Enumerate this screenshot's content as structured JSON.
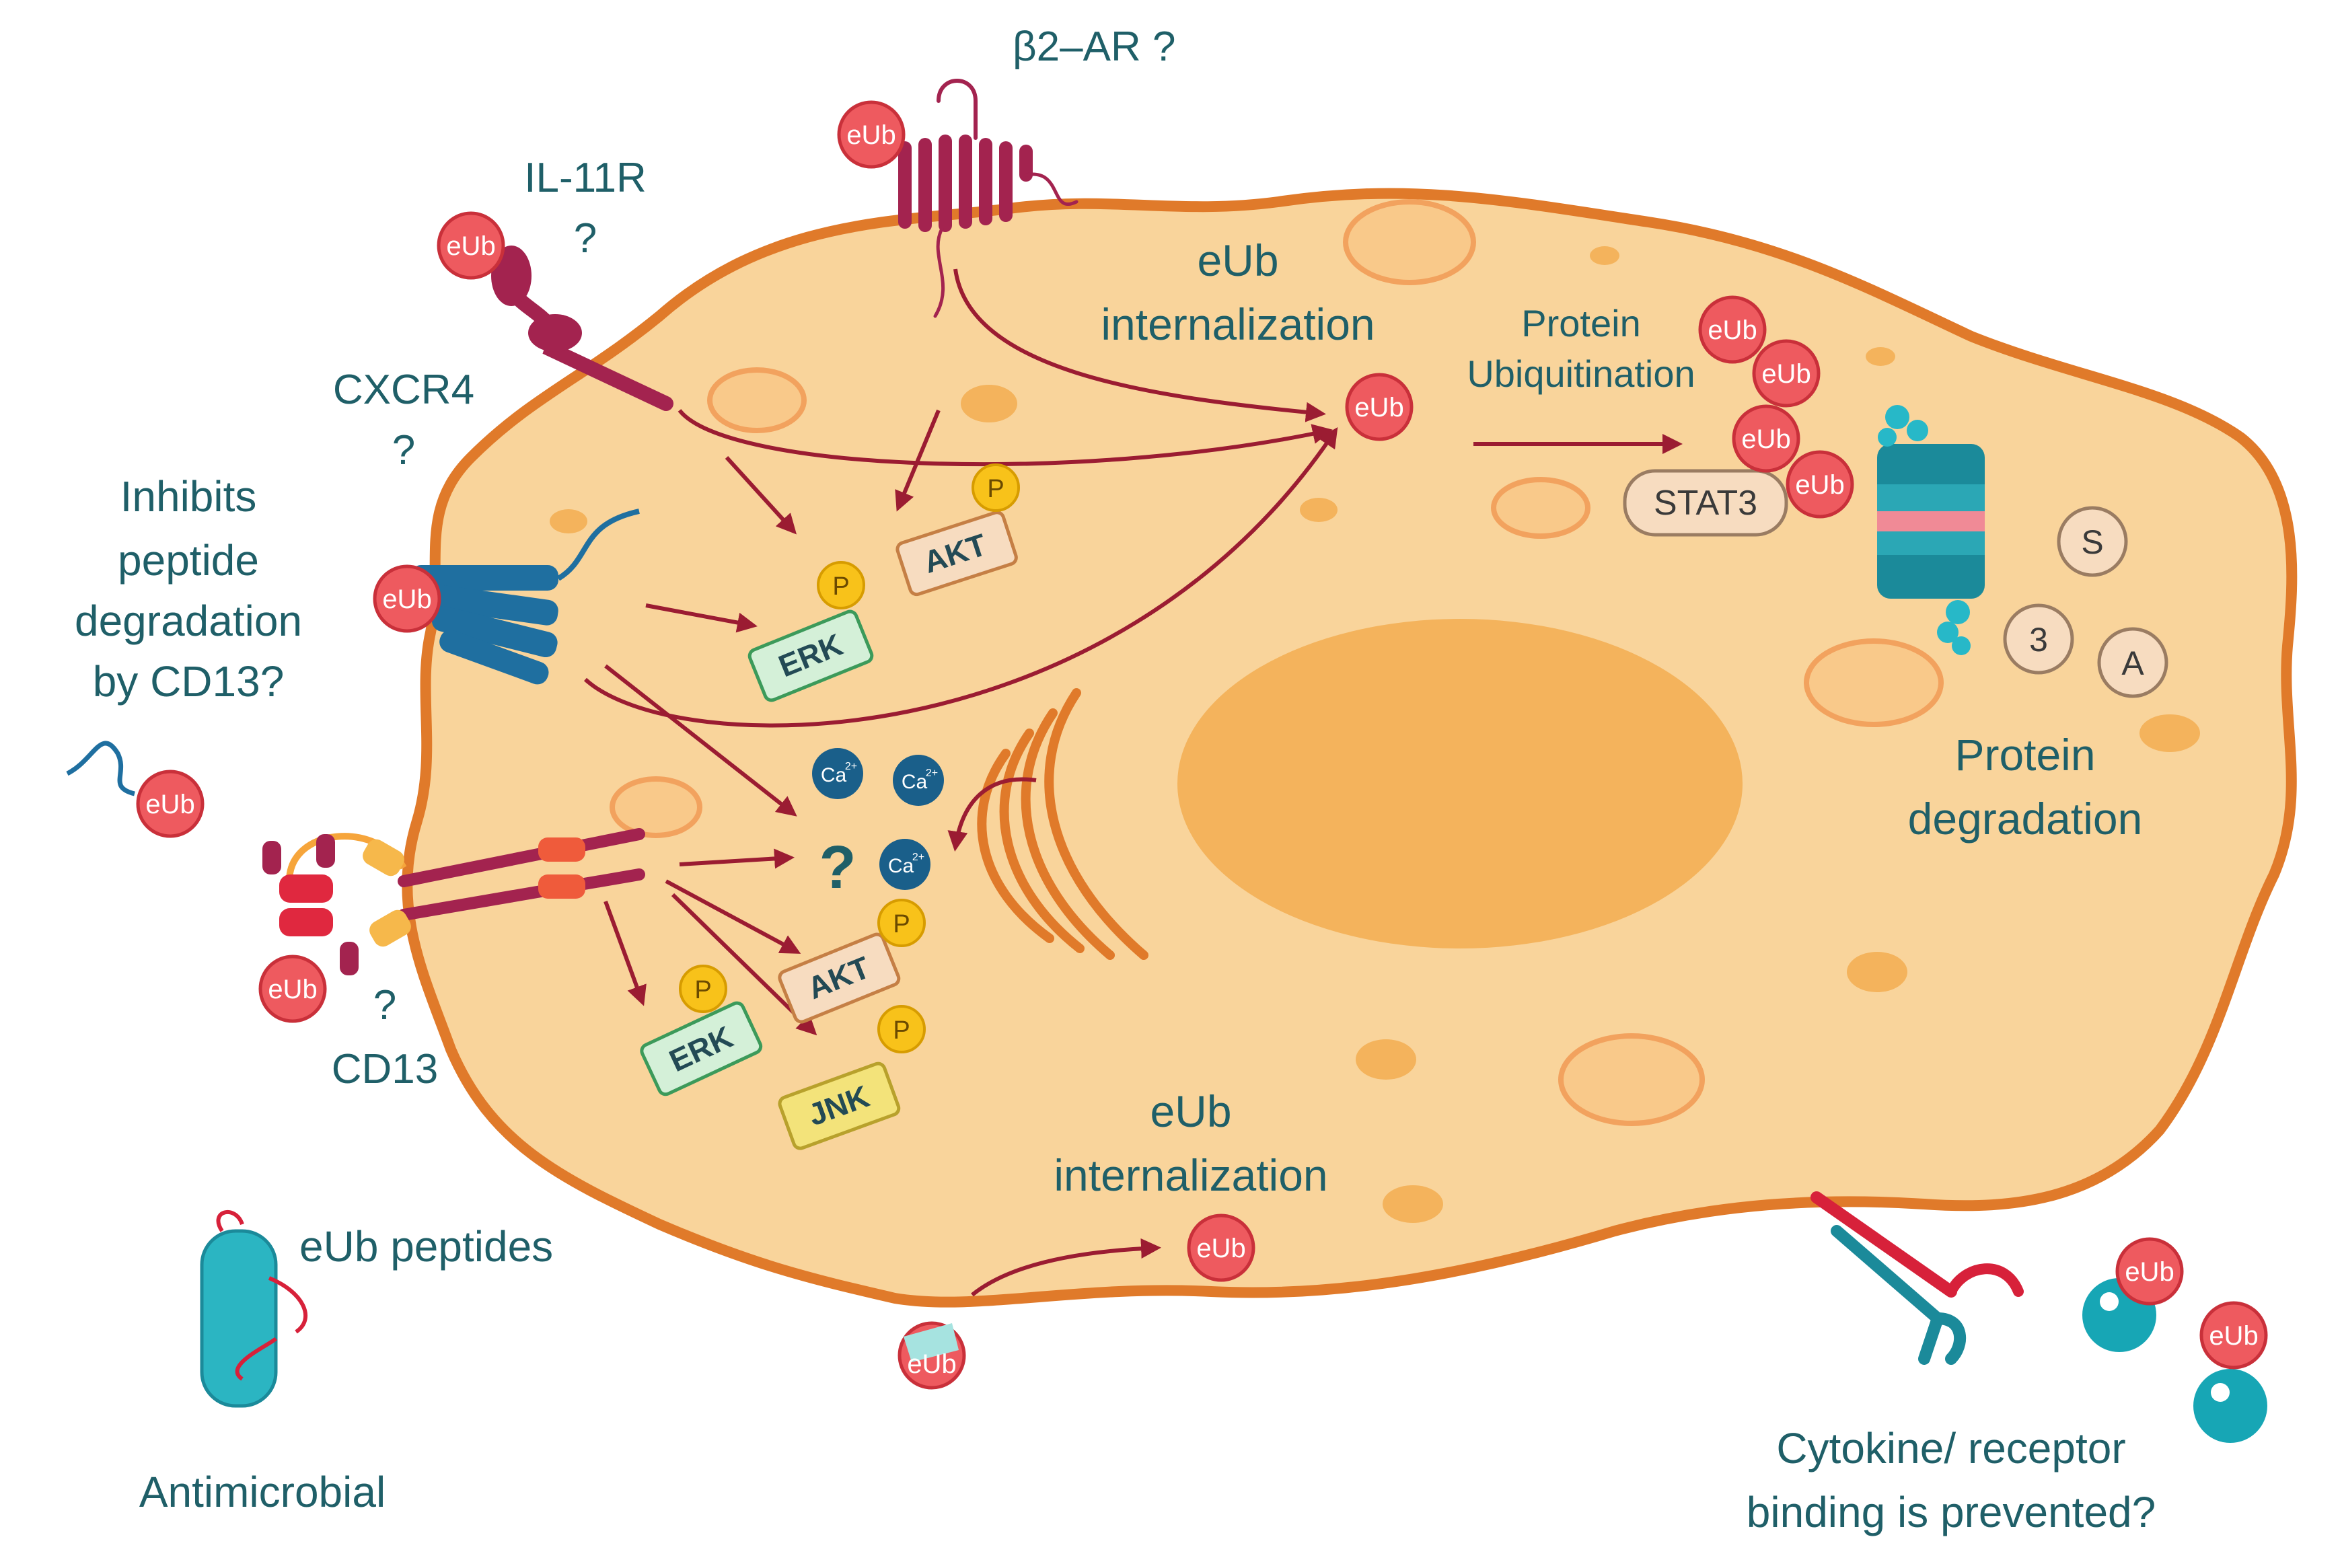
{
  "labels": {
    "b2ar": "β2–AR ?",
    "il11r_name": "IL-11R",
    "il11r_q": "?",
    "cxcr4_name": "CXCR4",
    "cxcr4_q": "?",
    "inhibits_1": "Inhibits",
    "inhibits_2": "peptide",
    "inhibits_3": "degradation",
    "inhibits_4": "by CD13?",
    "cd13_q": "?",
    "cd13_name": "CD13",
    "internalization_top_1": "eUb",
    "internalization_top_2": "internalization",
    "internalization_bottom_1": "eUb",
    "internalization_bottom_2": "internalization",
    "protein_ubiq_1": "Protein",
    "protein_ubiq_2": "Ubiquitination",
    "protein_deg_1": "Protein",
    "protein_deg_2": "degradation",
    "eub_peptides": "eUb peptides",
    "antimicrobial": "Antimicrobial",
    "cytokine_1": "Cytokine/ receptor",
    "cytokine_2": "binding is prevented?",
    "unknown_q": "?"
  },
  "eub": "eUb",
  "stat3": "STAT3",
  "fragments": {
    "s": "S",
    "three": "3",
    "a": "A"
  },
  "kinases": {
    "erk": "ERK",
    "akt": "AKT",
    "jnk": "JNK",
    "p": "P"
  },
  "calcium": {
    "ca": "Ca",
    "charge": "2+"
  },
  "colors": {
    "cell": "#f9d49b",
    "membrane": "#e07a2a",
    "nucleus": "#f4b35c",
    "eub": "#ee5a5f",
    "arrow": "#9b1c32",
    "text": "#1f5f68",
    "receptor": "#a3234f",
    "cxcr4": "#1f6fa0",
    "proteasome": "#1b8a9a"
  }
}
